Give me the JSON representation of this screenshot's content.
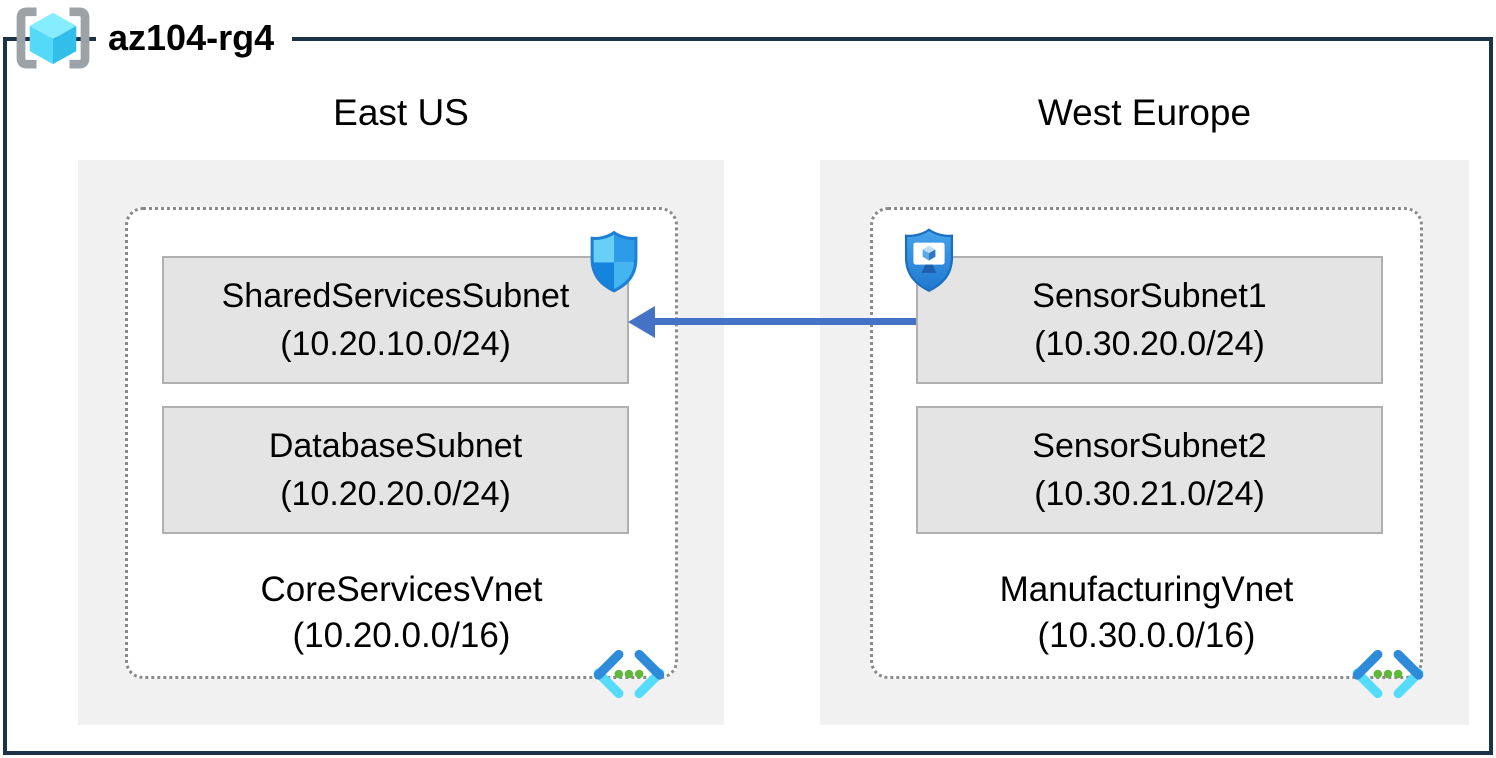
{
  "resource_group": {
    "name": "az104-rg4"
  },
  "regions": [
    {
      "name": "East US",
      "vnet": {
        "name": "CoreServicesVnet",
        "cidr": "(10.20.0.0/16)",
        "subnets": [
          {
            "name": "SharedServicesSubnet",
            "cidr": "(10.20.10.0/24)",
            "badge": "network-security-group-shield"
          },
          {
            "name": "DatabaseSubnet",
            "cidr": "(10.20.20.0/24)",
            "badge": null
          }
        ]
      }
    },
    {
      "name": "West Europe",
      "vnet": {
        "name": "ManufacturingVnet",
        "cidr": "(10.30.0.0/16)",
        "subnets": [
          {
            "name": "SensorSubnet1",
            "cidr": "(10.30.20.0/24)",
            "badge": "application-security-group-shield"
          },
          {
            "name": "SensorSubnet2",
            "cidr": "(10.30.21.0/24)",
            "badge": null
          }
        ]
      }
    }
  ],
  "connection": {
    "from": "SensorSubnet1",
    "to": "SharedServicesSubnet",
    "direction": "right-to-left",
    "color": "#4472C4"
  },
  "icons": {
    "resource_group": "resource-group-brackets-cube-icon",
    "vnet": "virtual-network-chevrons-icon",
    "nsg": "nsg-shield-icon",
    "asg": "asg-shield-icon"
  },
  "colors": {
    "frame_border": "#1C3347",
    "region_fill": "#F1F1F1",
    "subnet_fill": "#E4E4E4",
    "subnet_border": "#B0B0B0",
    "dotted_border": "#8A8A8A",
    "arrow": "#4472C4",
    "vnet_dot_green": "#5FB83A"
  }
}
